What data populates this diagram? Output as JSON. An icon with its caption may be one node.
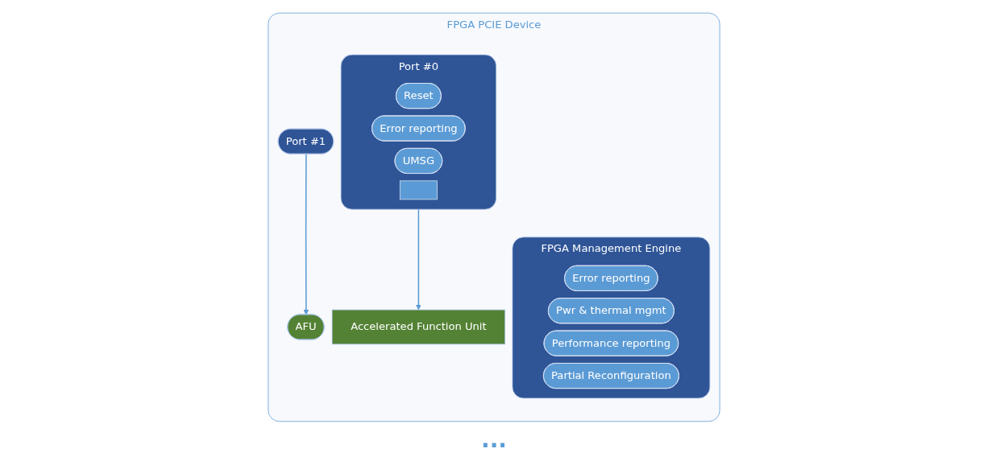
{
  "diagram": {
    "nodes": [
      {
        "text": [
          "FPGA PCIE Device"
        ]
      },
      {
        "text": [
          "FPGA Management Engine"
        ],
        "in": 0
      },
      {
        "text": [
          "Error reporting"
        ],
        "in": 1
      },
      {
        "text": [
          "Pwr & thermal mgmt"
        ],
        "in": 1
      },
      {
        "text": [
          "Performance reporting"
        ],
        "in": 1
      },
      {
        "text": [
          "Partial Reconfiguration"
        ],
        "in": 1
      },
      {
        "text": [
          "Port #0"
        ],
        "in": 0
      },
      {
        "text": [
          "Reset"
        ],
        "in": 6
      },
      {
        "text": [
          "Error reporting"
        ],
        "in": 6
      },
      {
        "text": [
          "UMSG"
        ],
        "in": 6
      },
      {
        "text": [],
        "shape": "box",
        "in": 6
      },
      {
        "text": [
          "Accelerated Function Unit"
        ],
        "in": 0
      },
      {
        "text": [
          "Port #1"
        ],
        "in": 0
      },
      {
        "text": [
          "AFU"
        ],
        "in": 0
      }
    ],
    "edges": [
      {
        "from": 6,
        "to": 11,
        "arrow": "to"
      },
      {
        "from": 12,
        "to": 13,
        "arrow": "to"
      }
    ],
    "labels": [
      "..."
    ]
  }
}
